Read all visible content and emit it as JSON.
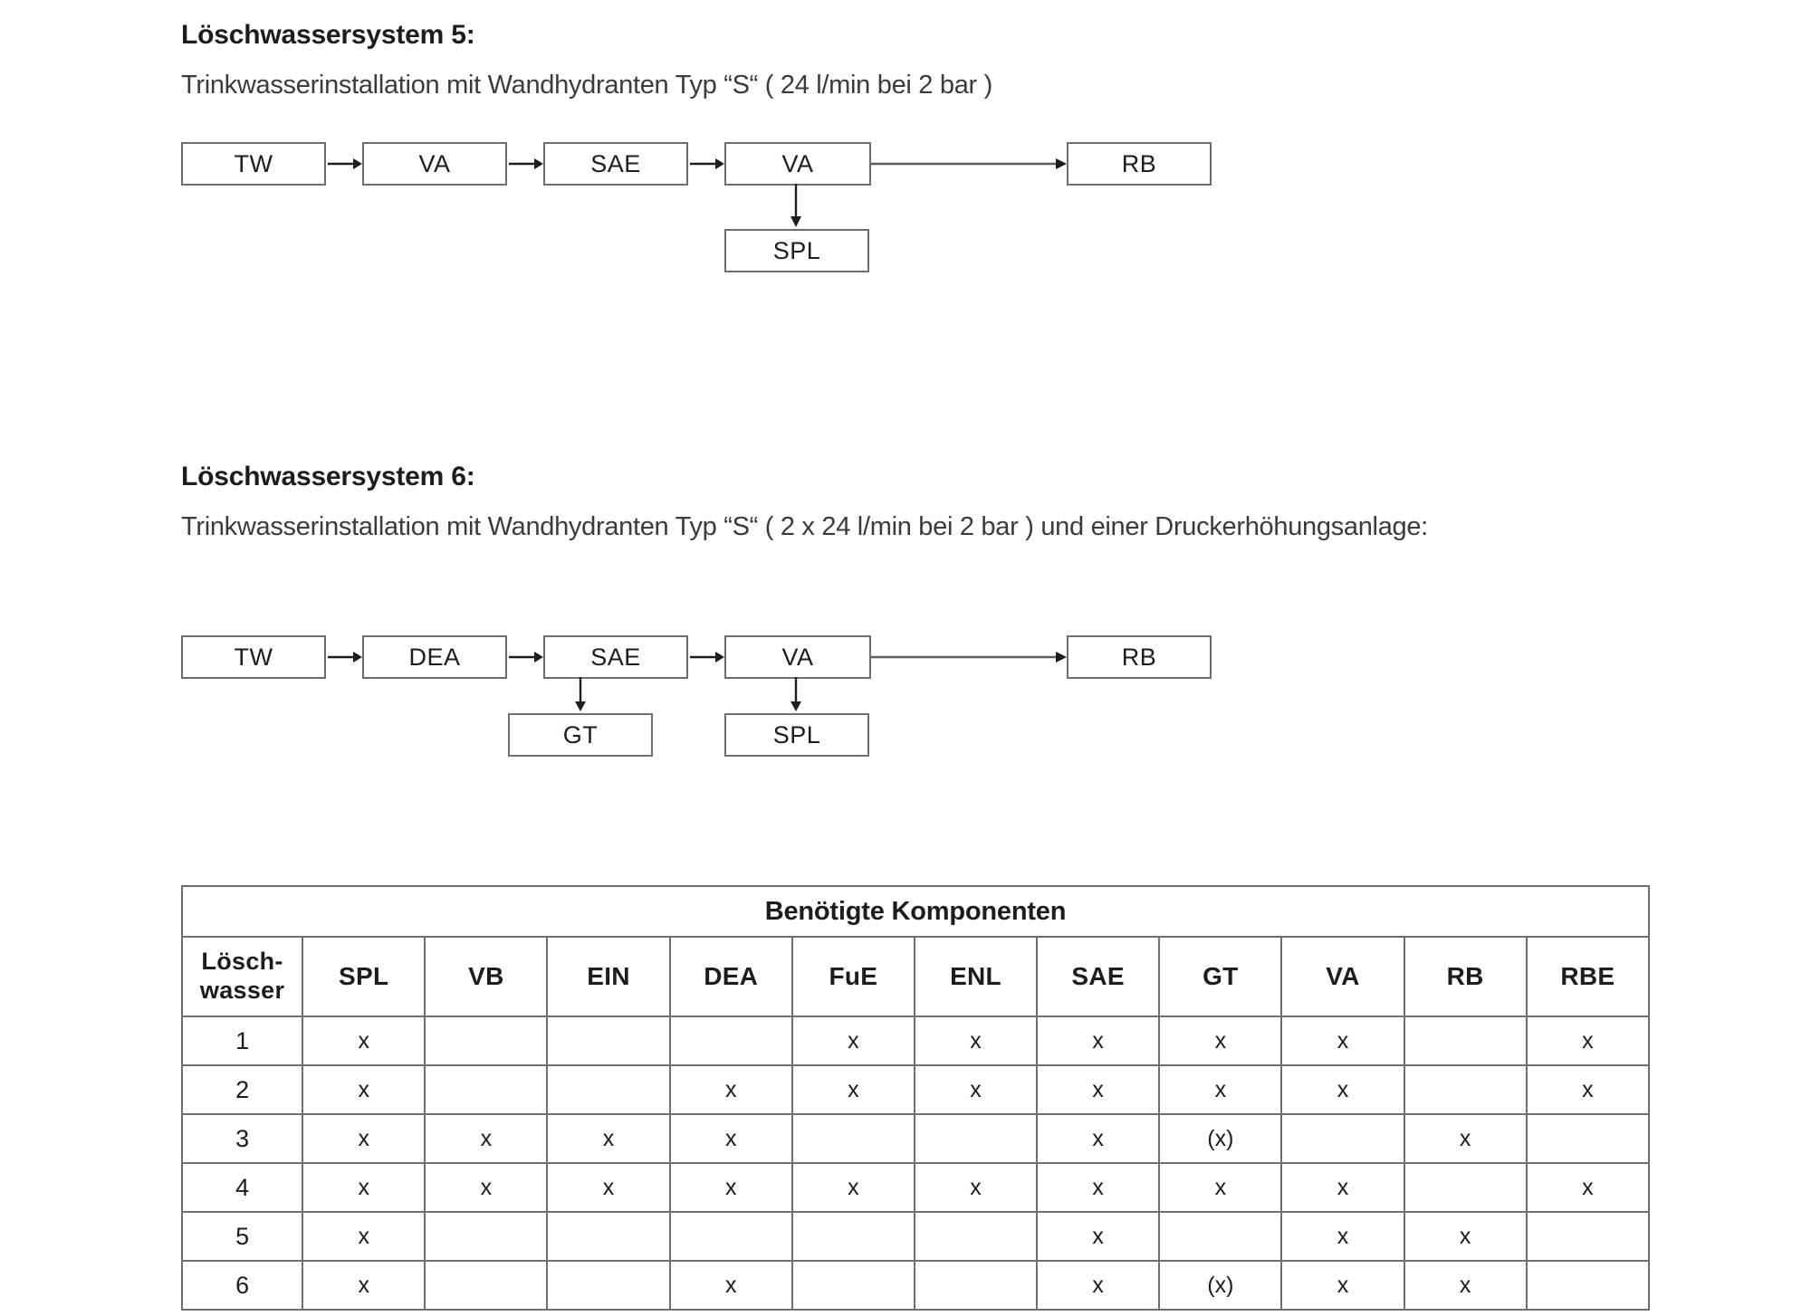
{
  "sections": [
    {
      "id": "5",
      "title": "Löschwassersystem 5:",
      "subtitle": "Trinkwasserinstallation mit Wandhydranten Typ “S“ ( 24 l/min bei 2 bar )",
      "diagram": {
        "main_chain": [
          "TW",
          "VA",
          "SAE",
          "VA"
        ],
        "end_node": "RB",
        "branch_node": "SPL"
      }
    },
    {
      "id": "6",
      "title": "Löschwassersystem 6:",
      "subtitle": "Trinkwasserinstallation mit Wandhydranten Typ “S“ ( 2 x 24 l/min bei 2 bar ) und einer Druckerhöhungsanlage:",
      "diagram": {
        "main_chain": [
          "TW",
          "DEA",
          "SAE",
          "VA"
        ],
        "end_node": "RB",
        "branch_node": "SPL",
        "sae_branch_node": "GT"
      }
    }
  ],
  "table": {
    "caption": "Benötigte Komponenten",
    "first_column_header": "Lösch-\nwasser",
    "first_column_header_line1": "Lösch-",
    "first_column_header_line2": "wasser",
    "columns": [
      "SPL",
      "VB",
      "EIN",
      "DEA",
      "FuE",
      "ENL",
      "SAE",
      "GT",
      "VA",
      "RB",
      "RBE"
    ],
    "rows": [
      {
        "label": "1",
        "values": [
          "x",
          "",
          "",
          "",
          "x",
          "x",
          "x",
          "x",
          "x",
          "",
          "x"
        ]
      },
      {
        "label": "2",
        "values": [
          "x",
          "",
          "",
          "x",
          "x",
          "x",
          "x",
          "x",
          "x",
          "",
          "x"
        ]
      },
      {
        "label": "3",
        "values": [
          "x",
          "x",
          "x",
          "x",
          "",
          "",
          "x",
          "(x)",
          "",
          "x",
          ""
        ]
      },
      {
        "label": "4",
        "values": [
          "x",
          "x",
          "x",
          "x",
          "x",
          "x",
          "x",
          "x",
          "x",
          "",
          "x"
        ]
      },
      {
        "label": "5",
        "values": [
          "x",
          "",
          "",
          "",
          "",
          "",
          "x",
          "",
          "x",
          "x",
          ""
        ]
      },
      {
        "label": "6",
        "values": [
          "x",
          "",
          "",
          "x",
          "",
          "",
          "x",
          "(x)",
          "x",
          "x",
          ""
        ]
      }
    ]
  },
  "colors": {
    "text": "#1d1d1b",
    "line": "#6f6f6e",
    "background": "#ffffff"
  }
}
